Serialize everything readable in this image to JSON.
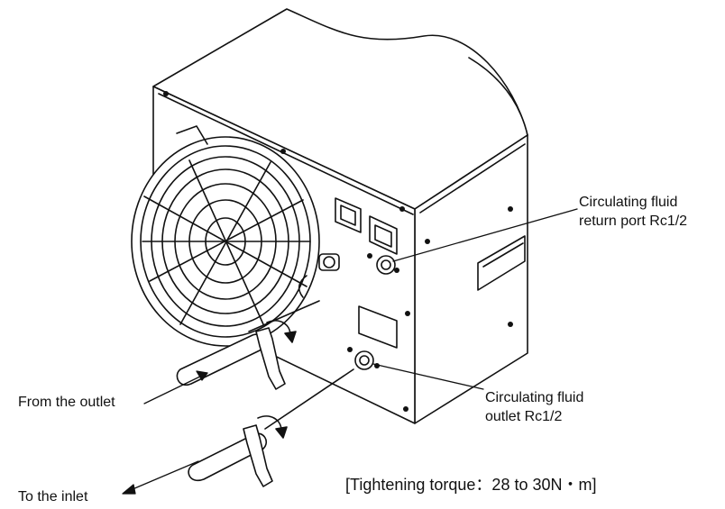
{
  "labels": {
    "return_port_line1": "Circulating fluid",
    "return_port_line2": "return port Rc1/2",
    "outlet_line1": "Circulating fluid",
    "outlet_line2": "outlet Rc1/2",
    "from_outlet": "From the outlet",
    "to_inlet": "To the inlet",
    "torque": "[Tightening torque：28 to 30N・m]"
  },
  "colors": {
    "line": "#111111",
    "fill": "#ffffff",
    "shade": "#e6e6e6"
  },
  "icons": [
    "fan-guard-icon",
    "wrench-icon",
    "rotation-arrow-icon",
    "pointer-arrow-icon"
  ]
}
